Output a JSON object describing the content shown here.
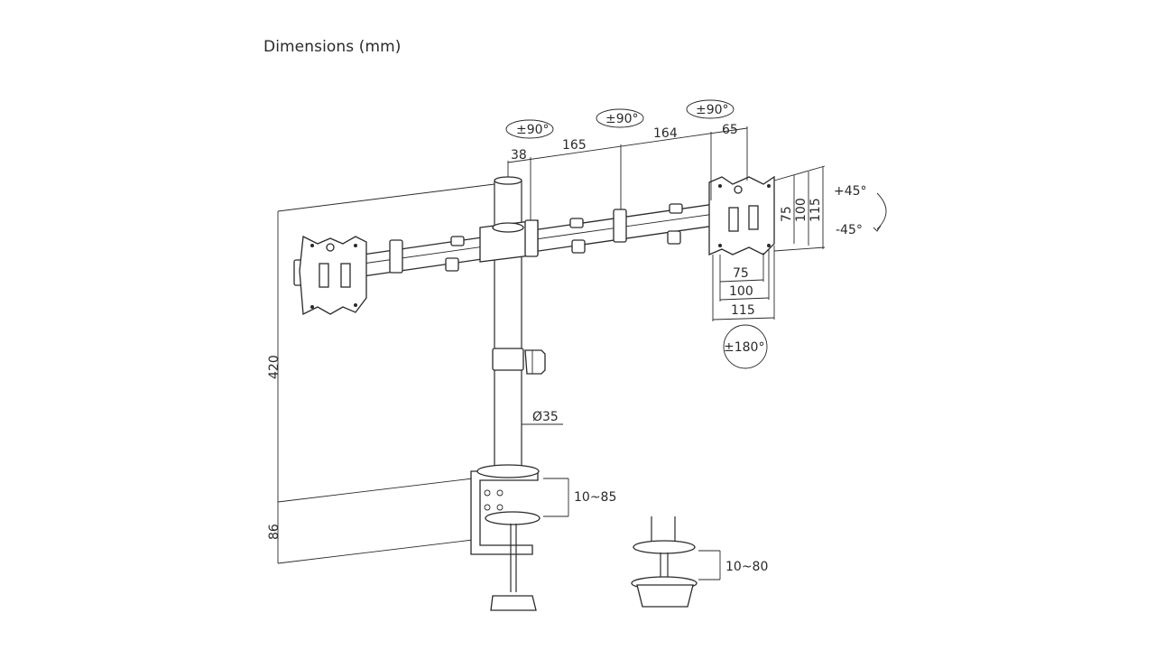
{
  "title": "Dimensions (mm)",
  "colors": {
    "line": "#2a2a2a",
    "background": "#ffffff"
  },
  "labels": {
    "rot_left": "±90°",
    "rot_mid": "±90°",
    "rot_right": "±90°",
    "seg_38": "38",
    "seg_165": "165",
    "seg_164": "164",
    "seg_65": "65",
    "tilt_up": "+45°",
    "tilt_down": "-45°",
    "v75": "75",
    "v100": "100",
    "v115": "115",
    "h75": "75",
    "h100": "100",
    "h115": "115",
    "swivel": "±180°",
    "pole_diameter": "Ø35",
    "height_420": "420",
    "height_86": "86",
    "clamp_range": "10~85",
    "grommet_range": "10~80"
  }
}
